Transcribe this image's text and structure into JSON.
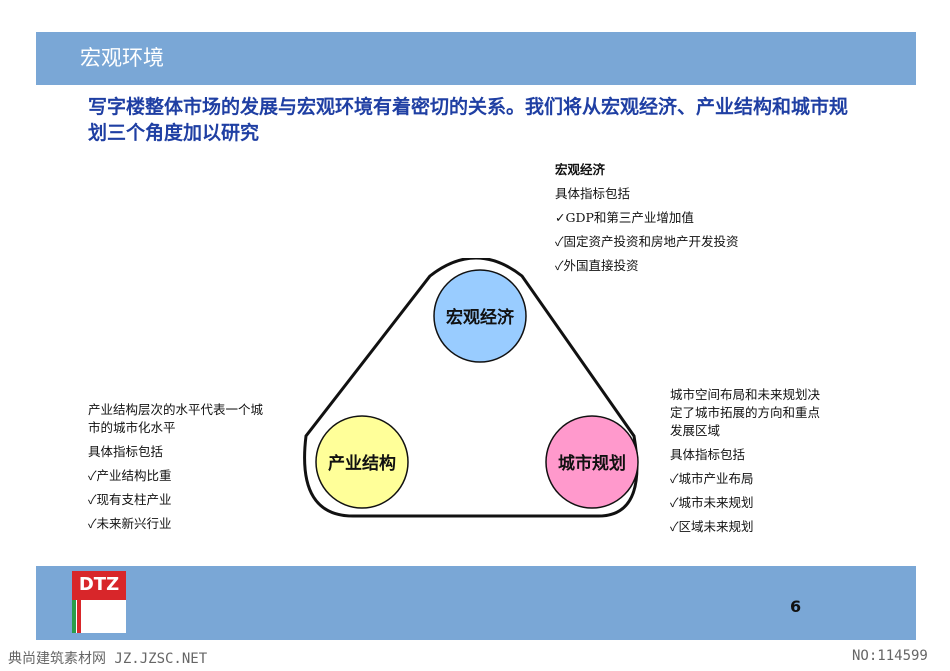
{
  "header": {
    "title": "宏观环境"
  },
  "intro": "写字楼整体市场的发展与宏观环境有着密切的关系。我们将从宏观经济、产业结构和城市规划三个角度加以研究",
  "diagram": {
    "top": "宏观经济",
    "left": "产业结构",
    "right": "城市规划",
    "colors": {
      "top": "#99ccff",
      "left": "#ffff99",
      "right": "#ff99cc"
    }
  },
  "blocks": {
    "macro": {
      "title": "宏观经济",
      "intro": "具体指标包括",
      "items": [
        "✓GDP和第三产业增加值",
        "✓固定资产投资和房地产开发投资",
        "✓外国直接投资"
      ]
    },
    "industry": {
      "desc1": "产业结构层次的水平代表一个城",
      "desc2": "市的城市化水平",
      "intro": "具体指标包括",
      "items": [
        "✓产业结构比重",
        "✓现有支柱产业",
        "✓未来新兴行业"
      ]
    },
    "city": {
      "desc1": "城市空间布局和未来规划决",
      "desc2": "定了城市拓展的方向和重点",
      "desc3": "发展区域",
      "intro": "具体指标包括",
      "items": [
        "✓城市产业布局",
        "✓城市未来规划",
        "✓区域未来规划"
      ]
    }
  },
  "footer": {
    "logo": "DTZ",
    "page": "6"
  },
  "watermarks": {
    "left": "典尚建筑素材网 JZ.JZSC.NET",
    "right": "NO:114599"
  }
}
